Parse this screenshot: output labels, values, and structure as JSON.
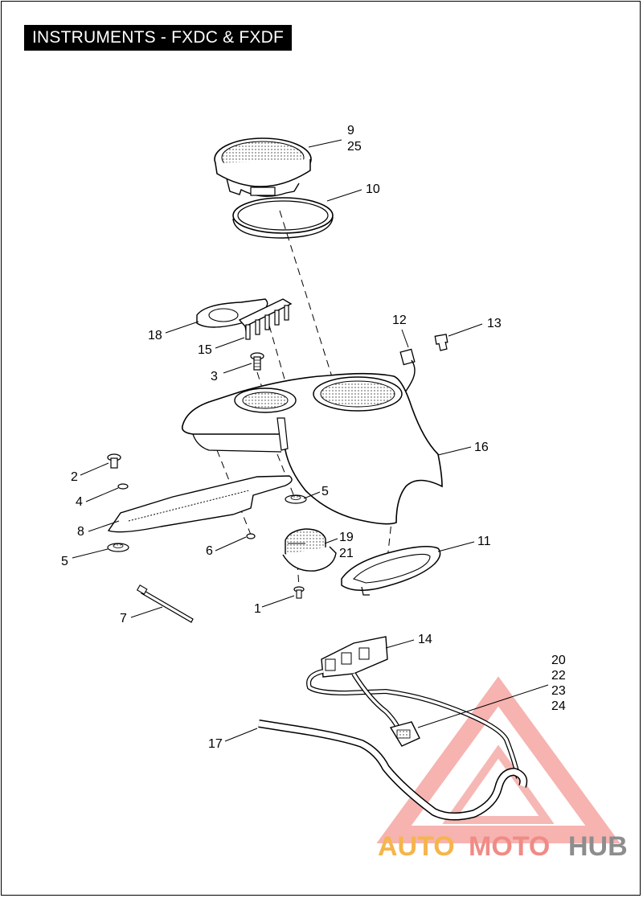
{
  "title": "INSTRUMENTS - FXDC & FXDF",
  "callouts": {
    "c9": "9",
    "c25": "25",
    "c10": "10",
    "c12": "12",
    "c13": "13",
    "c18": "18",
    "c15": "15",
    "c3": "3",
    "c16": "16",
    "c2": "2",
    "c4": "4",
    "c5a": "5",
    "c5b": "5",
    "c8": "8",
    "c6": "6",
    "c19": "19",
    "c21": "21",
    "c11": "11",
    "c1": "1",
    "c7": "7",
    "c14": "14",
    "c20": "20",
    "c22": "22",
    "c23": "23",
    "c24": "24",
    "c17": "17"
  },
  "watermark": {
    "part1": "AUTO",
    "part2": "MOTO",
    "part3": "HUB",
    "color_auto": "#f5b54a",
    "color_moto": "#f08b85",
    "color_hub": "#8d8d8d"
  }
}
